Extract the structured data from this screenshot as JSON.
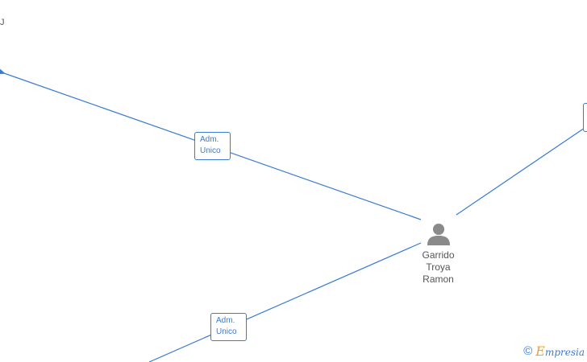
{
  "diagram": {
    "edge_color": "#3a7bd5",
    "person": {
      "name_lines": [
        "Garrido",
        "Troya",
        "Ramon"
      ],
      "icon": "person-icon"
    },
    "edges": [
      {
        "id": "edge-to-top-left",
        "label_lines": [
          "Adm.",
          "Unico"
        ],
        "arrow": true
      },
      {
        "id": "edge-to-bottom-left",
        "label_lines": [
          "Adm.",
          "Unico"
        ],
        "arrow": false
      },
      {
        "id": "edge-to-top-right",
        "label_lines": [],
        "arrow": false
      }
    ],
    "top_left_fragment": "J"
  },
  "brand": {
    "copyright_symbol": "©",
    "e_letter": "E",
    "rest": "mpresia"
  }
}
